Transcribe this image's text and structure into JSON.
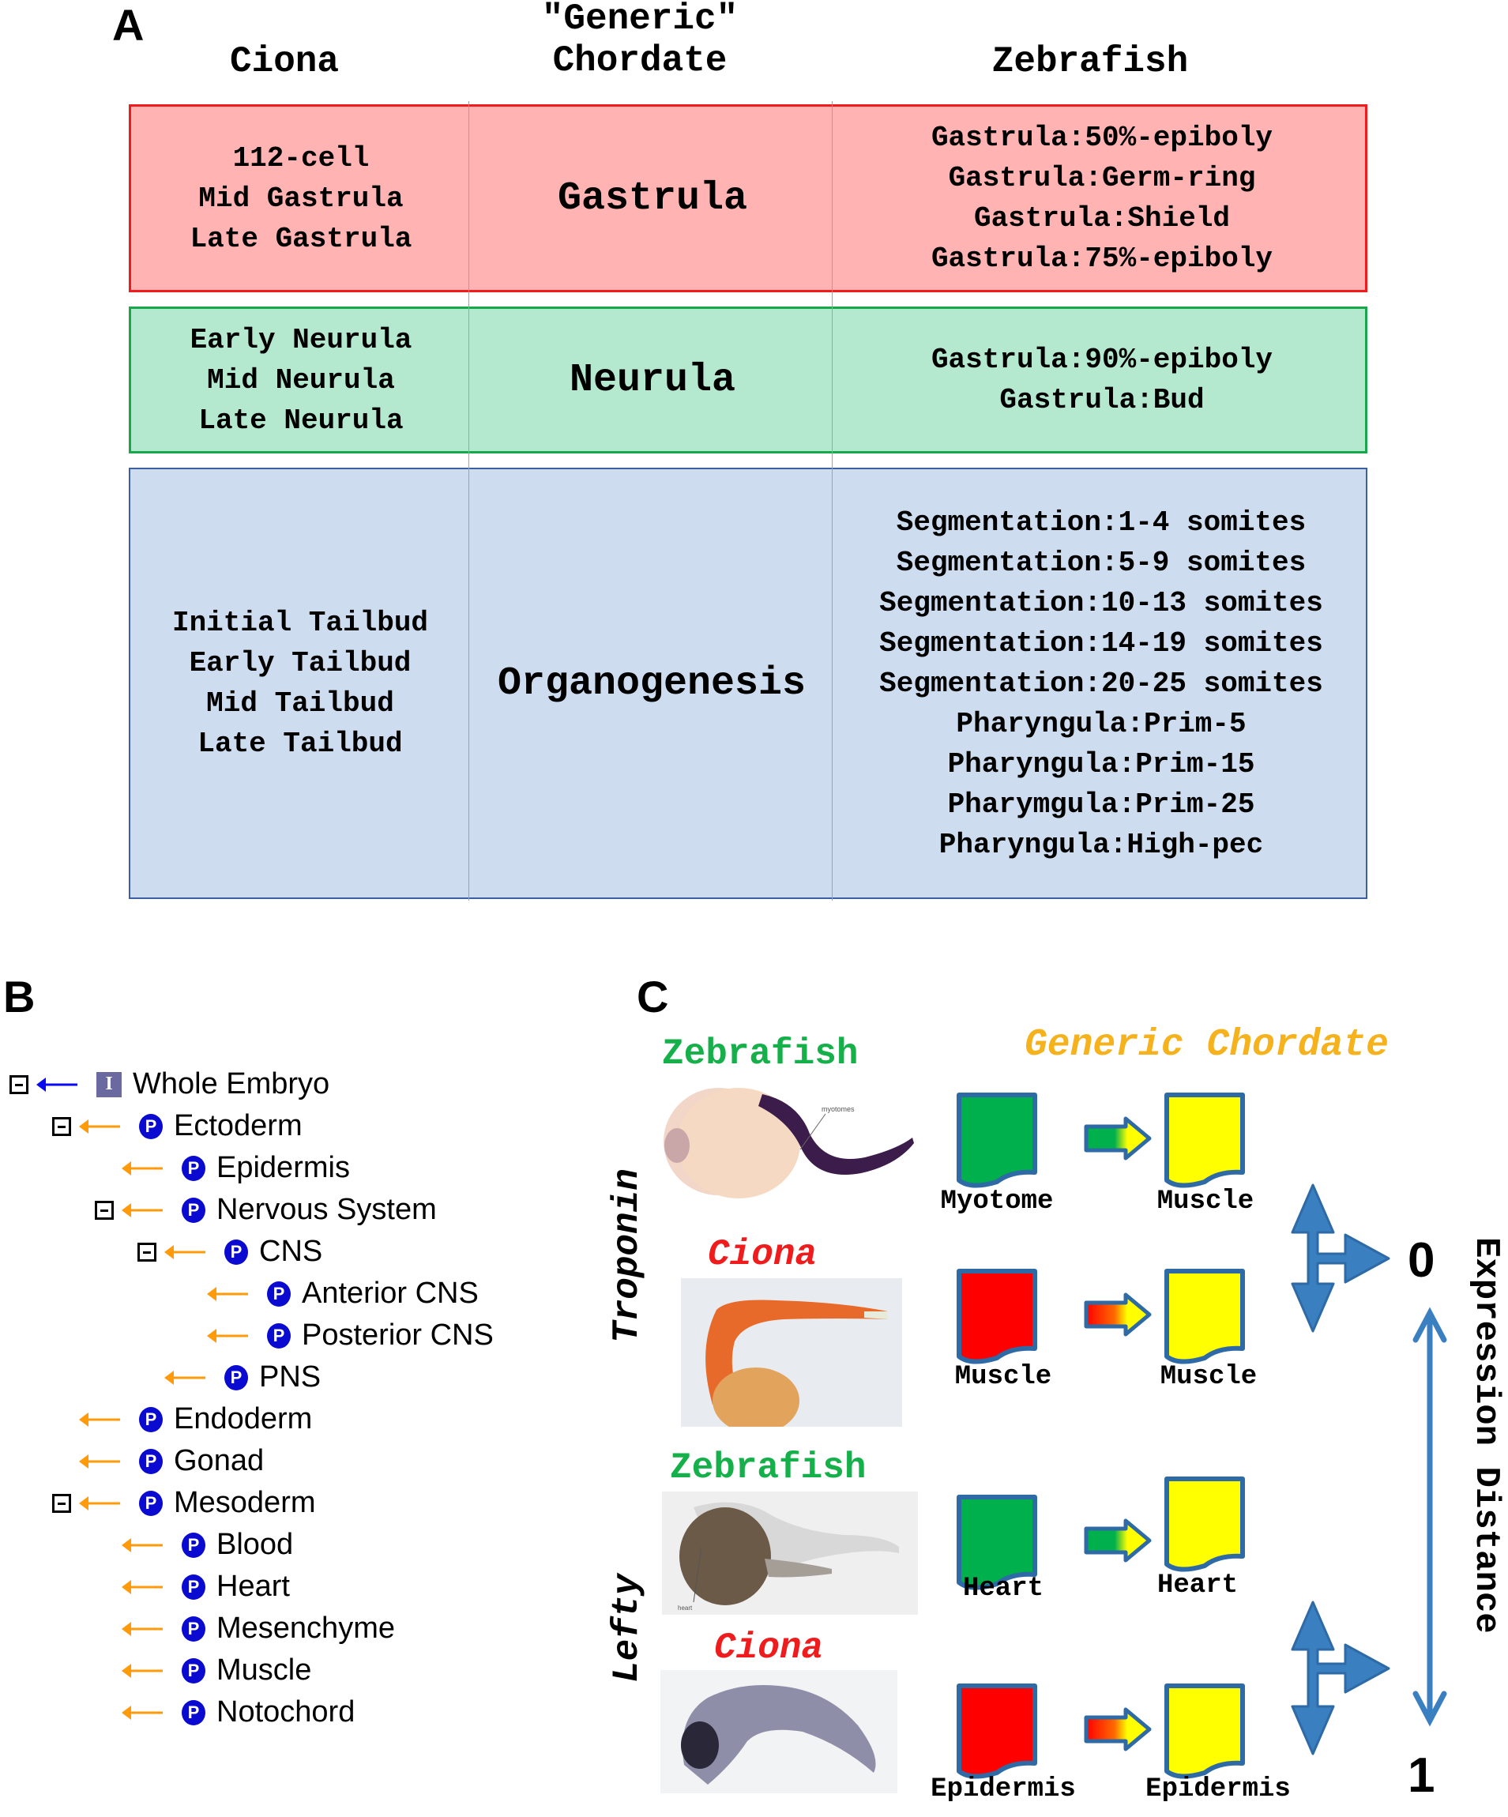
{
  "panel_a": {
    "letter": "A",
    "headers": {
      "ciona": "Ciona",
      "generic_line1": "\"Generic\"",
      "generic_line2": "Chordate",
      "zebrafish": "Zebrafish"
    },
    "rows": [
      {
        "name": "gastrula",
        "color": "#ffb3b3",
        "border_color": "#ee1c1c",
        "ciona": [
          "112-cell",
          "Mid Gastrula",
          "Late Gastrula"
        ],
        "generic": "Gastrula",
        "zebrafish": [
          "Gastrula:50%-epiboly",
          "Gastrula:Germ-ring",
          "Gastrula:Shield",
          "Gastrula:75%-epiboly"
        ]
      },
      {
        "name": "neurula",
        "color": "#b4e9d0",
        "border_color": "#1aa64a",
        "ciona": [
          "Early Neurula",
          "Mid Neurula",
          "Late Neurula"
        ],
        "generic": "Neurula",
        "zebrafish": [
          "Gastrula:90%-epiboly",
          "Gastrula:Bud"
        ]
      },
      {
        "name": "organogenesis",
        "color": "#cddcef",
        "border_color": "#3b5fa0",
        "ciona": [
          "Initial Tailbud",
          "Early Tailbud",
          "Mid Tailbud",
          "Late Tailbud"
        ],
        "generic": "Organogenesis",
        "zebrafish": [
          "Segmentation:1-4 somites",
          "Segmentation:5-9 somites",
          "Segmentation:10-13 somites",
          "Segmentation:14-19 somites",
          "Segmentation:20-25 somites",
          "Pharyngula:Prim-5",
          "Pharyngula:Prim-15",
          "Pharymgula:Prim-25",
          "Pharyngula:High-pec"
        ]
      }
    ]
  },
  "panel_b": {
    "letter": "B",
    "tree": [
      {
        "label": "Whole Embryo",
        "badge": "I",
        "collapsible": true,
        "depth": 0,
        "arrow_color": "#0a0af0"
      },
      {
        "label": "Ectoderm",
        "badge": "P",
        "collapsible": true,
        "depth": 1,
        "arrow_color": "#ff9a0a"
      },
      {
        "label": "Epidermis",
        "badge": "P",
        "collapsible": false,
        "depth": 2,
        "arrow_color": "#ff9a0a"
      },
      {
        "label": "Nervous System",
        "badge": "P",
        "collapsible": true,
        "depth": 2,
        "arrow_color": "#ff9a0a"
      },
      {
        "label": "CNS",
        "badge": "P",
        "collapsible": true,
        "depth": 3,
        "arrow_color": "#ff9a0a"
      },
      {
        "label": "Anterior CNS",
        "badge": "P",
        "collapsible": false,
        "depth": 4,
        "arrow_color": "#ff9a0a"
      },
      {
        "label": "Posterior CNS",
        "badge": "P",
        "collapsible": false,
        "depth": 4,
        "arrow_color": "#ff9a0a"
      },
      {
        "label": "PNS",
        "badge": "P",
        "collapsible": false,
        "depth": 3,
        "arrow_color": "#ff9a0a"
      },
      {
        "label": "Endoderm",
        "badge": "P",
        "collapsible": false,
        "depth": 1,
        "arrow_color": "#ff9a0a"
      },
      {
        "label": "Gonad",
        "badge": "P",
        "collapsible": false,
        "depth": 1,
        "arrow_color": "#ff9a0a"
      },
      {
        "label": "Mesoderm",
        "badge": "P",
        "collapsible": true,
        "depth": 1,
        "arrow_color": "#ff9a0a"
      },
      {
        "label": "Blood",
        "badge": "P",
        "collapsible": false,
        "depth": 2,
        "arrow_color": "#ff9a0a"
      },
      {
        "label": "Heart",
        "badge": "P",
        "collapsible": false,
        "depth": 2,
        "arrow_color": "#ff9a0a"
      },
      {
        "label": "Mesenchyme",
        "badge": "P",
        "collapsible": false,
        "depth": 2,
        "arrow_color": "#ff9a0a"
      },
      {
        "label": "Muscle",
        "badge": "P",
        "collapsible": false,
        "depth": 2,
        "arrow_color": "#ff9a0a"
      },
      {
        "label": "Notochord",
        "badge": "P",
        "collapsible": false,
        "depth": 2,
        "arrow_color": "#ff9a0a"
      }
    ]
  },
  "panel_c": {
    "letter": "C",
    "generic_title": "Generic Chordate",
    "axis_label": "Expression Distance",
    "scale_top": "0",
    "scale_bottom": "1",
    "colors": {
      "zebrafish": "#16b04a",
      "ciona": "#ee1c1c",
      "generic": "#f5b21d",
      "term_green": "#00b04c",
      "term_red": "#ff0000",
      "term_yellow": "#ffff00",
      "outline_blue": "#2e6aa6",
      "arrow_blue": "#3a7fc0"
    },
    "genes": [
      {
        "name": "Troponin",
        "rows": [
          {
            "species": "Zebrafish",
            "photo_annotation": "myotomes",
            "source_term": "Myotome",
            "source_color": "green",
            "target_term": "Muscle"
          },
          {
            "species": "Ciona",
            "source_term": "Muscle",
            "source_color": "red",
            "target_term": "Muscle"
          }
        ],
        "distance": "0"
      },
      {
        "name": "Lefty",
        "rows": [
          {
            "species": "Zebrafish",
            "photo_annotation": "heart",
            "source_term": "Heart",
            "source_color": "green",
            "target_term": "Heart"
          },
          {
            "species": "Ciona",
            "source_term": "Epidermis",
            "source_color": "red",
            "target_term": "Epidermis"
          }
        ],
        "distance": "1"
      }
    ]
  }
}
